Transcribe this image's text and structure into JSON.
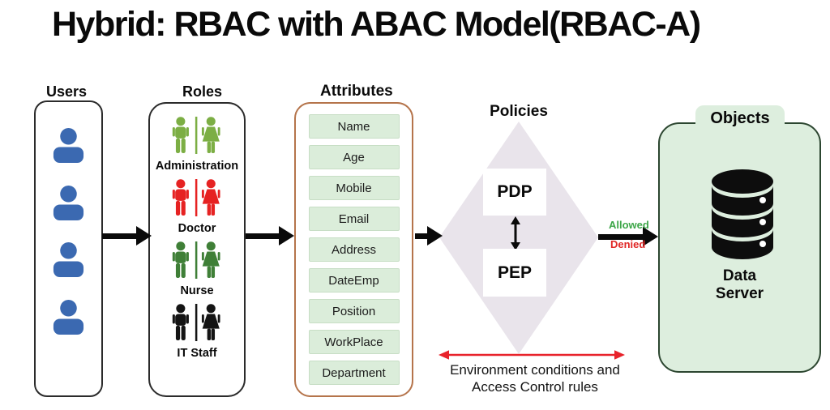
{
  "title": "Hybrid: RBAC with ABAC Model(RBAC-A)",
  "users": {
    "label": "Users",
    "count": 4,
    "icon_color": "#3b69b1"
  },
  "roles": {
    "label": "Roles",
    "items": [
      {
        "name": "Administration",
        "color": "#7cae44"
      },
      {
        "name": "Doctor",
        "color": "#e62222"
      },
      {
        "name": "Nurse",
        "color": "#3f7f37"
      },
      {
        "name": "IT Staff",
        "color": "#141414"
      }
    ]
  },
  "attributes": {
    "label": "Attributes",
    "items": [
      "Name",
      "Age",
      "Mobile",
      "Email",
      "Address",
      "DateEmp",
      "Position",
      "WorkPlace",
      "Department"
    ],
    "box_fill": "#dbedda",
    "panel_border": "#b5744b"
  },
  "policies": {
    "label": "Policies",
    "pdp": "PDP",
    "pep": "PEP",
    "diamond_fill": "#e9e4eb"
  },
  "decision": {
    "allowed": "Allowed",
    "allowed_color": "#3da648",
    "denied": "Denied",
    "denied_color": "#e12725"
  },
  "objects": {
    "label": "Objects",
    "server_label": "Data Server",
    "fill": "#ddeede",
    "border": "#2c4630"
  },
  "environment": {
    "lines": [
      "Environment conditions and",
      "Access Control rules"
    ],
    "arrow_color": "#e8232b"
  }
}
